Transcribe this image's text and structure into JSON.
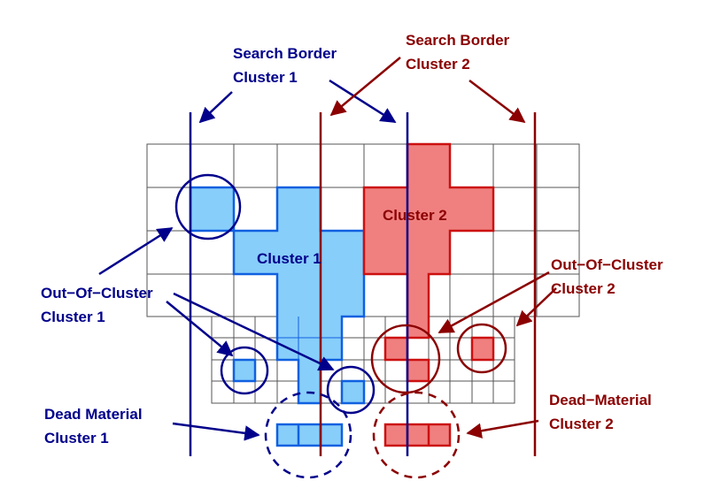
{
  "labels": {
    "search_border_1": [
      "Search Border",
      "Cluster 1"
    ],
    "search_border_2": [
      "Search Border",
      "Cluster 2"
    ],
    "cluster_1": "Cluster 1",
    "cluster_2": "Cluster 2",
    "out_of_cluster_1": [
      "Out−Of−Cluster",
      "Cluster 1"
    ],
    "out_of_cluster_2": [
      "Out−Of−Cluster",
      "Cluster 2"
    ],
    "dead_material_1": [
      "Dead Material",
      "Cluster 1"
    ],
    "dead_material_2": [
      "Dead−Material",
      "Cluster 2"
    ]
  },
  "colors": {
    "cluster_1_fill": "#87cefa",
    "cluster_1_stroke": "#1060e0",
    "cluster_2_fill": "#f08080",
    "cluster_2_stroke": "#cc1010",
    "annotation_blue": "#00008b",
    "annotation_red": "#8b0000",
    "grid": "#555555"
  }
}
